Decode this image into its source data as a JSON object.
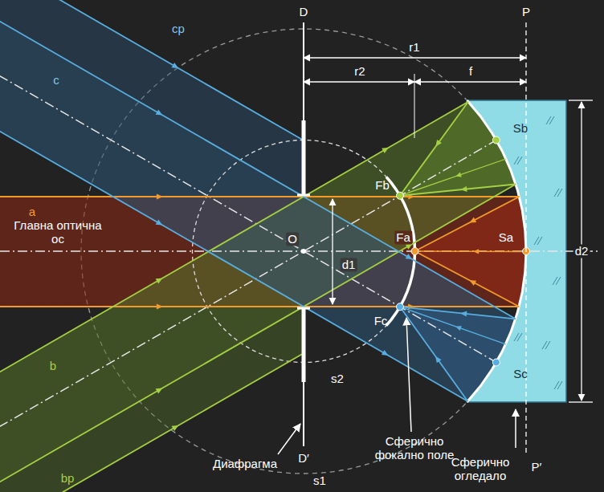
{
  "diagram": {
    "labels": [
      "D",
      "P",
      "r1",
      "r2",
      "f",
      "cp",
      "c",
      "a",
      "Главна оптична ос",
      "O",
      "d1",
      "Fb",
      "Fa",
      "Fc",
      "Sb",
      "Sa",
      "Sc",
      "d2",
      "s2",
      "s1",
      "D′",
      "P′",
      "Сферично фокално поле",
      "Диафрагма",
      "Сферично огледало",
      "b",
      "bp"
    ]
  }
}
